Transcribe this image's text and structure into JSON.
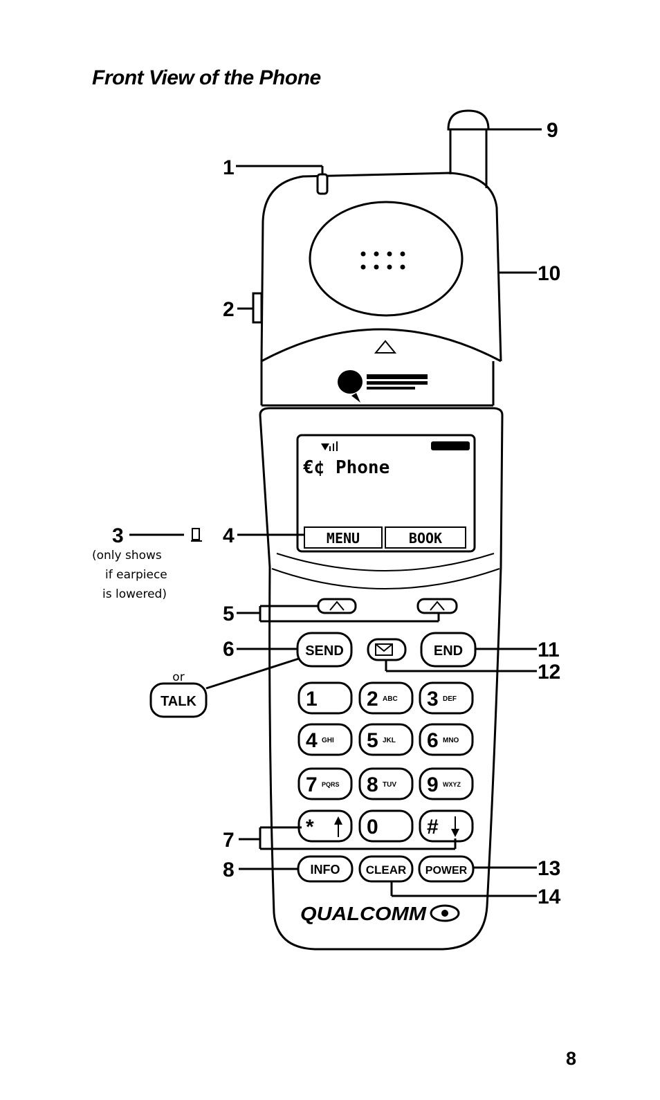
{
  "title": "Front View of the Phone",
  "page_number": "8",
  "display": {
    "screen_text": "€¢ Phone",
    "softkey_left": "MENU",
    "softkey_right": "BOOK"
  },
  "buttons": {
    "send": "SEND",
    "end": "END",
    "talk": "TALK",
    "info": "INFO",
    "clear": "CLEAR",
    "power": "POWER"
  },
  "keypad": [
    {
      "digit": "1",
      "letters": ""
    },
    {
      "digit": "2",
      "letters": "ABC"
    },
    {
      "digit": "3",
      "letters": "DEF"
    },
    {
      "digit": "4",
      "letters": "GHI"
    },
    {
      "digit": "5",
      "letters": "JKL"
    },
    {
      "digit": "6",
      "letters": "MNO"
    },
    {
      "digit": "7",
      "letters": "PQRS"
    },
    {
      "digit": "8",
      "letters": "TUV"
    },
    {
      "digit": "9",
      "letters": "WXYZ"
    },
    {
      "digit": "*",
      "letters": ""
    },
    {
      "digit": "0",
      "letters": ""
    },
    {
      "digit": "#",
      "letters": ""
    }
  ],
  "brand": "QUALCOMM",
  "or_text": "or",
  "callouts": {
    "c1": "1",
    "c2": "2",
    "c3": "3",
    "c4": "4",
    "c5": "5",
    "c6": "6",
    "c7": "7",
    "c8": "8",
    "c9": "9",
    "c10": "10",
    "c11": "11",
    "c12": "12",
    "c13": "13",
    "c14": "14"
  },
  "note_lines": [
    "(only shows",
    "if earpiece",
    "is lowered)"
  ]
}
